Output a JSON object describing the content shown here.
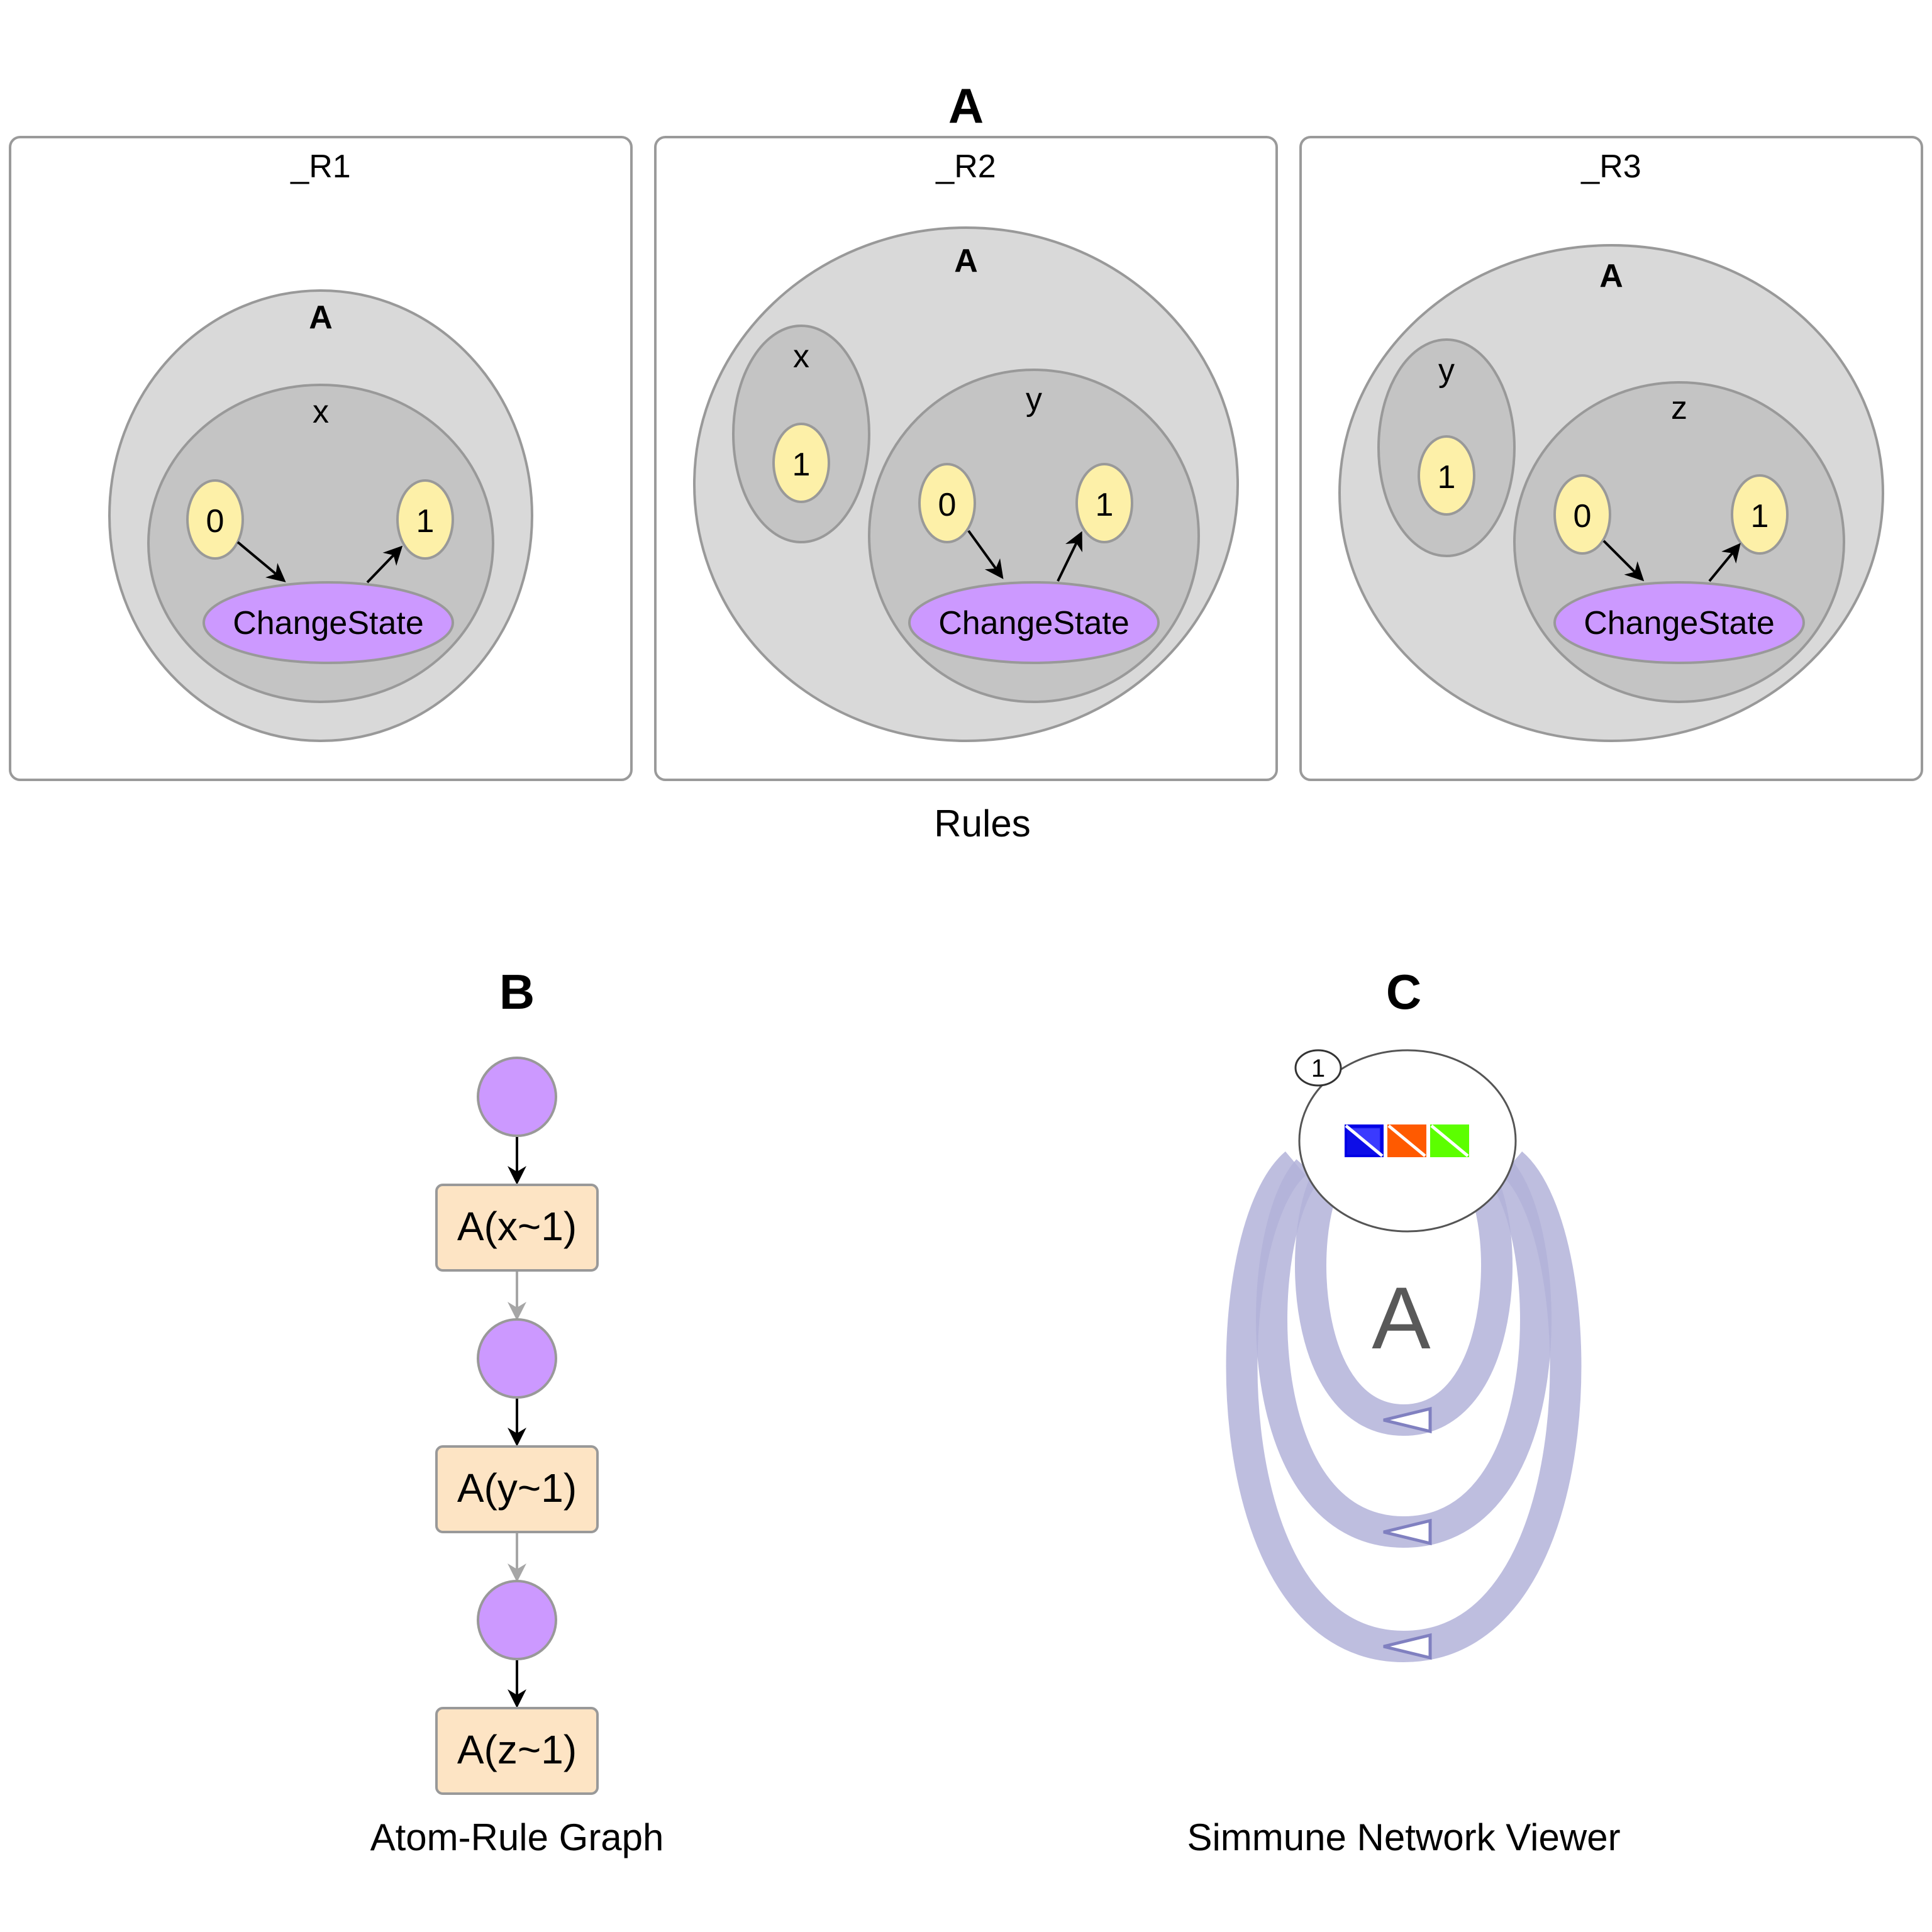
{
  "panel_a": {
    "letter": "A",
    "caption": "Rules",
    "rules": [
      {
        "name": "_R1",
        "agent": "A",
        "sites": [
          {
            "name": "x",
            "state_from": "0",
            "state_to": "1",
            "action": "ChangeState"
          }
        ]
      },
      {
        "name": "_R2",
        "agent": "A",
        "context_site": {
          "name": "x",
          "state": "1"
        },
        "sites": [
          {
            "name": "y",
            "state_from": "0",
            "state_to": "1",
            "action": "ChangeState"
          }
        ]
      },
      {
        "name": "_R3",
        "agent": "A",
        "context_site": {
          "name": "y",
          "state": "1"
        },
        "sites": [
          {
            "name": "z",
            "state_from": "0",
            "state_to": "1",
            "action": "ChangeState"
          }
        ]
      }
    ]
  },
  "panel_b": {
    "letter": "B",
    "caption": "Atom-Rule Graph",
    "atoms": [
      "A(x~1)",
      "A(y~1)",
      "A(z~1)"
    ]
  },
  "panel_c": {
    "letter": "C",
    "caption": "Simmune Network Viewer",
    "node_label": "A",
    "node_count_badge": "1",
    "state_colors": [
      "#0000e6",
      "#ff5a00",
      "#5cff00"
    ],
    "loop_color": "#b3b3d9"
  },
  "colors": {
    "panel_border": "#9a9a9a",
    "agent_fill": "#d9d9d9",
    "site_fill": "#c4c4c4",
    "state_fill": "#fdf0a8",
    "action_fill": "#cc99ff",
    "atom_fill": "#fde4c4"
  }
}
